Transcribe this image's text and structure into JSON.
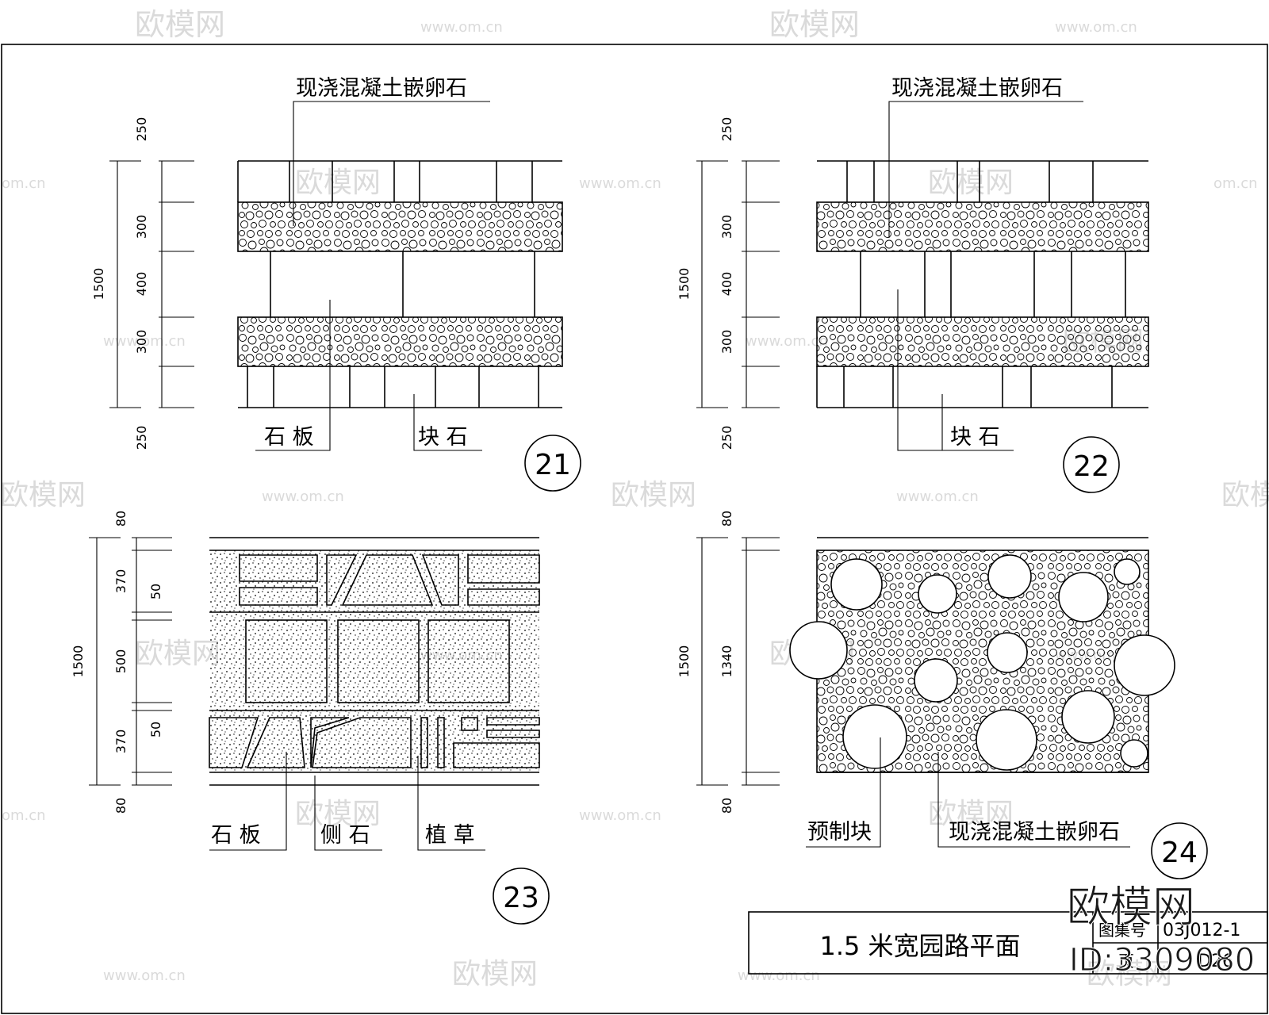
{
  "watermark": {
    "brand": "欧模网",
    "url": "www.om.cn",
    "url_short": "om.cn"
  },
  "detail_21": {
    "number": "21",
    "label_top": "现浇混凝土嵌卵石",
    "label_left": "石  板",
    "label_right": "块  石",
    "dims": [
      "250",
      "300",
      "400",
      "300",
      "250"
    ],
    "total": "1500"
  },
  "detail_22": {
    "number": "22",
    "label_top": "现浇混凝土嵌卵石",
    "label_bottom": "块  石",
    "dims": [
      "250",
      "300",
      "400",
      "300",
      "250"
    ],
    "total": "1500"
  },
  "detail_23": {
    "number": "23",
    "label_1": "石  板",
    "label_2": "侧  石",
    "label_3": "植  草",
    "dims_outer": [
      "80",
      "370",
      "500",
      "370",
      "80"
    ],
    "dims_inner": [
      "50",
      "50"
    ],
    "total": "1500"
  },
  "detail_24": {
    "number": "24",
    "label_1": "预制块",
    "label_2": "现浇混凝土嵌卵石",
    "dims": [
      "80",
      "1340",
      "80"
    ],
    "total": "1500"
  },
  "title_block": {
    "title": "1.5 米宽园路平面",
    "sheet_label": "图集号",
    "sheet_no": "03J012-1",
    "page_label": "页",
    "page_no": "D26"
  },
  "overlay": {
    "brand": "欧模网",
    "id": "ID:3309080"
  }
}
